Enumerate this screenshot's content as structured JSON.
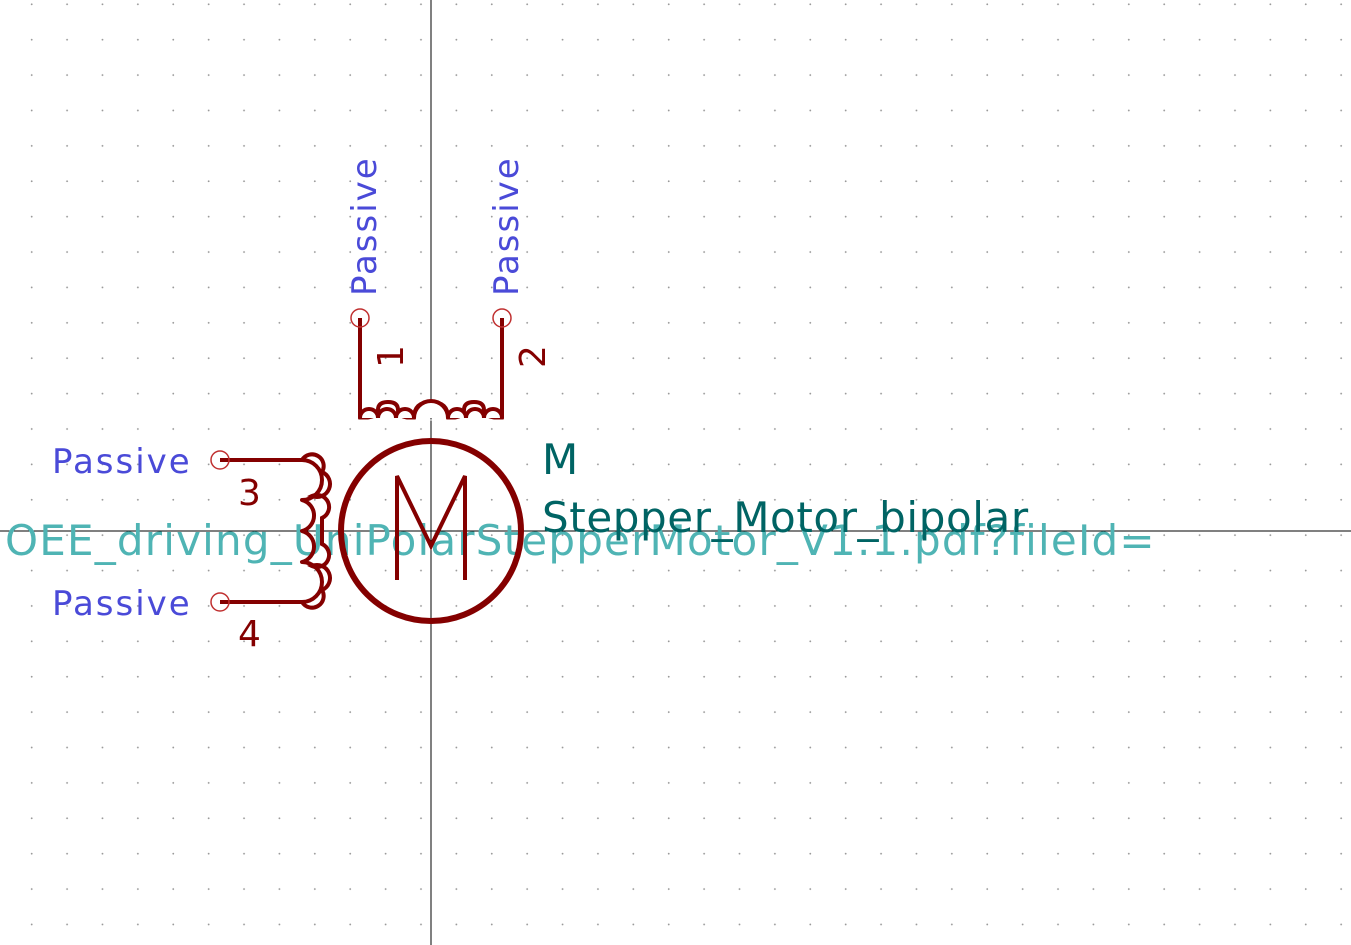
{
  "symbol": {
    "reference": "M",
    "value": "Stepper_Motor_bipolar",
    "datasheet_fragment": "OEE_driving_UniPolarStepperMotor_V1.1.pdf?fileId=",
    "pins": [
      {
        "number": "1",
        "type": "Passive"
      },
      {
        "number": "2",
        "type": "Passive"
      },
      {
        "number": "3",
        "type": "Passive"
      },
      {
        "number": "4",
        "type": "Passive"
      }
    ]
  },
  "colors": {
    "body": "#840000",
    "pin_number": "#840000",
    "pin_type": "#4a4ad8",
    "reference": "#006464",
    "value": "#006464",
    "datasheet": "#4fb4b4",
    "pin_end": "#c03030",
    "crosshair": "#000000"
  }
}
